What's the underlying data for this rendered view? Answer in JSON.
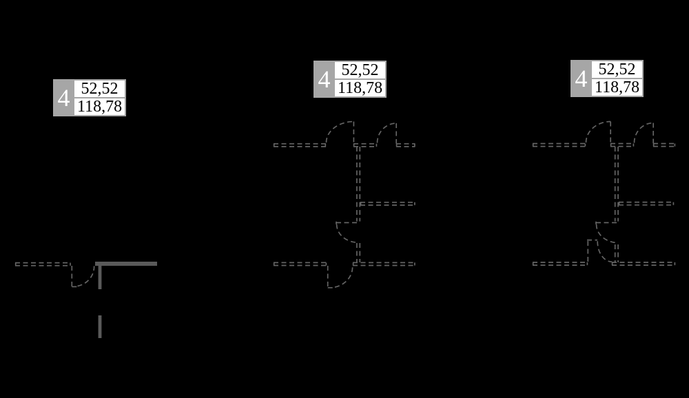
{
  "page": {
    "description_hint": "three floor-plan fragments with identical room tags"
  },
  "colors": {
    "page_bg": "#000000",
    "wall_dashed": "#646464",
    "wall_solid": "#5a5a5a",
    "label_gray": "#a6a6a6",
    "label_marker_text": "#ffffff",
    "label_value_bg": "#ffffff",
    "label_value_text": "#000000"
  },
  "options": [
    {
      "marker": "4",
      "area_top": "52,52",
      "area_bottom": "118,78"
    },
    {
      "marker": "4",
      "area_top": "52,52",
      "area_bottom": "118,78"
    },
    {
      "marker": "4",
      "area_top": "52,52",
      "area_bottom": "118,78"
    }
  ]
}
